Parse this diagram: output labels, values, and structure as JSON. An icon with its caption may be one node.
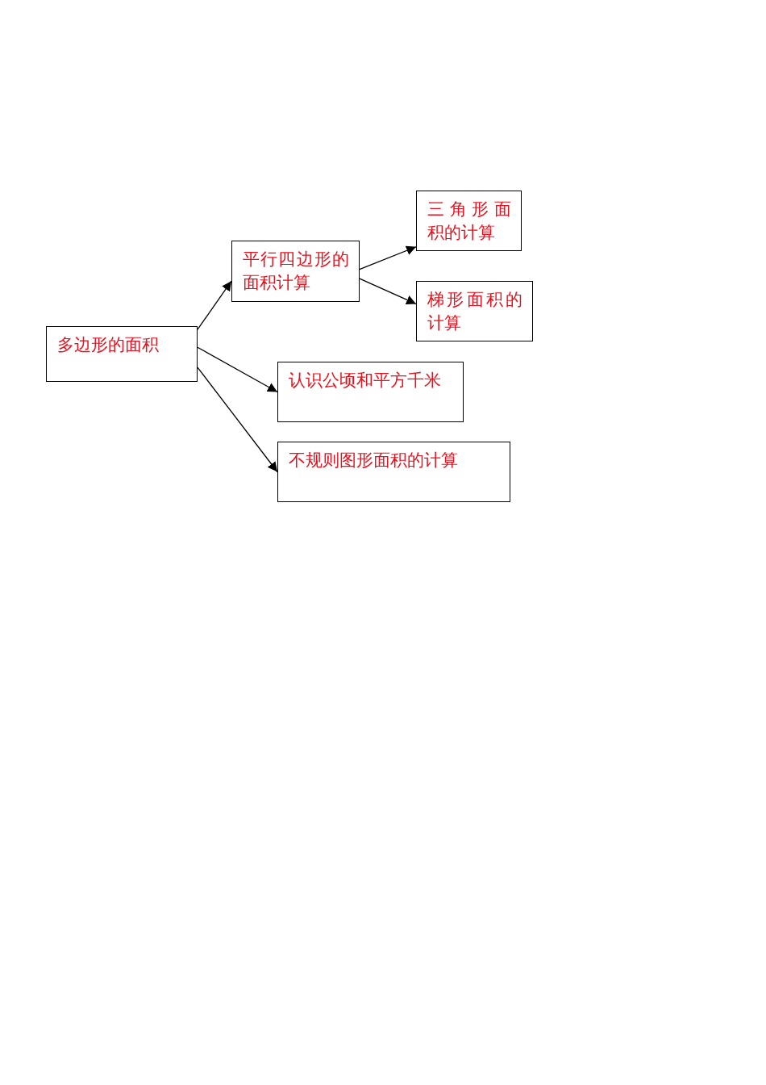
{
  "diagram": {
    "nodes": [
      {
        "text": [
          "多边形的面积"
        ]
      },
      {
        "text": [
          "平行四边形的面积计算"
        ]
      },
      {
        "text": [
          "三角形面积的计算"
        ]
      },
      {
        "text": [
          "梯形面积的计算"
        ]
      },
      {
        "text": [
          "认识公顷和平方千米"
        ]
      },
      {
        "text": [
          "不规则图形面积的计算"
        ]
      }
    ],
    "edges": [
      {
        "from": 0,
        "to": 1,
        "arrow": "to"
      },
      {
        "from": 1,
        "to": 2,
        "arrow": "to"
      },
      {
        "from": 1,
        "to": 3,
        "arrow": "to"
      },
      {
        "from": 0,
        "to": 4,
        "arrow": "to"
      },
      {
        "from": 0,
        "to": 5,
        "arrow": "to"
      }
    ]
  }
}
